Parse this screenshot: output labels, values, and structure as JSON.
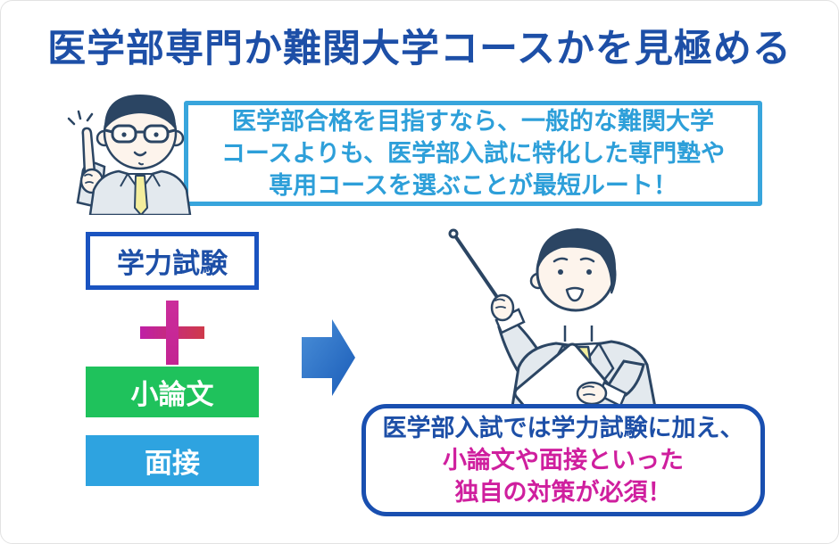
{
  "page": {
    "title": "医学部専門か難関大学コースかを見極める"
  },
  "bubble": {
    "lines": [
      "医学部合格を目指すなら、一般的な難関大学",
      "コースよりも、医学部入試に特化した専門塾や",
      "専用コースを選ぶことが最短ルート！"
    ]
  },
  "stack": {
    "written": "学力試験",
    "essay": "小論文",
    "interview": "面接"
  },
  "result": {
    "lines": [
      "医学部入試では学力試験に加え、",
      "小論文や面接といった",
      "独自の対策が必須！"
    ]
  },
  "icons": {
    "plus": "plus-icon",
    "arrow": "arrow-right-icon",
    "person_left": "pointing-teacher-illustration",
    "person_right": "presenting-teacher-illustration"
  },
  "colors": {
    "title_blue": "#1d4fa7",
    "bubble_blue": "#38a5dc",
    "bubble_text_blue": "#2d9fd9",
    "written_border_blue": "#1a53c0",
    "essay_green": "#1fc25c",
    "interview_blue": "#2ea3e0",
    "plus_magenta": "#bf1fa6",
    "plus_red": "#cf3a4a",
    "arrow_light_blue": "#4a8fd8",
    "arrow_dark_blue": "#1a5cb8",
    "result_border_blue": "#194fb0",
    "result_magenta": "#cf1f9e",
    "illustration_navy": "#2b4563",
    "suit_gray": "#e3e9ee",
    "tie_yellow": "#f4ee9c"
  }
}
